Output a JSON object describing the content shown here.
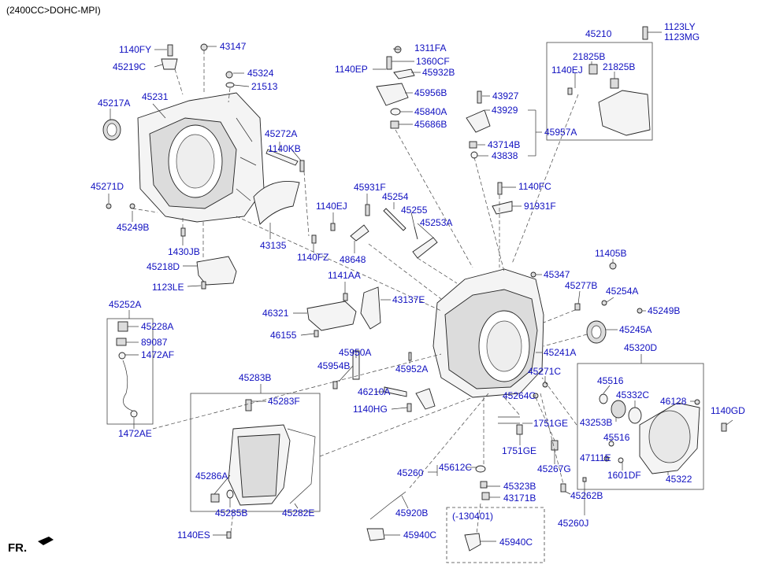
{
  "header": "(2400CC>DOHC-MPI)",
  "fr_label": "FR.",
  "labels": [
    {
      "id": "l1140FY",
      "text": "1140FY"
    },
    {
      "id": "l43147",
      "text": "43147"
    },
    {
      "id": "l45219C",
      "text": "45219C"
    },
    {
      "id": "l45324",
      "text": "45324"
    },
    {
      "id": "l21513",
      "text": "21513"
    },
    {
      "id": "l45217A",
      "text": "45217A"
    },
    {
      "id": "l45231",
      "text": "45231"
    },
    {
      "id": "l45272A",
      "text": "45272A"
    },
    {
      "id": "l1140KB",
      "text": "1140KB"
    },
    {
      "id": "l45271D",
      "text": "45271D"
    },
    {
      "id": "l45249B_a",
      "text": "45249B"
    },
    {
      "id": "l1430JB",
      "text": "1430JB"
    },
    {
      "id": "l43135",
      "text": "43135"
    },
    {
      "id": "l45218D",
      "text": "45218D"
    },
    {
      "id": "l1123LE",
      "text": "1123LE"
    },
    {
      "id": "l1311FA",
      "text": "1311FA"
    },
    {
      "id": "l1360CF",
      "text": "1360CF"
    },
    {
      "id": "l1140EP",
      "text": "1140EP"
    },
    {
      "id": "l45932B",
      "text": "45932B"
    },
    {
      "id": "l45956B",
      "text": "45956B"
    },
    {
      "id": "l45840A",
      "text": "45840A"
    },
    {
      "id": "l45686B",
      "text": "45686B"
    },
    {
      "id": "l45210",
      "text": "45210"
    },
    {
      "id": "l1123LY",
      "text": "1123LY"
    },
    {
      "id": "l1123MG",
      "text": "1123MG"
    },
    {
      "id": "l21825B_a",
      "text": "21825B"
    },
    {
      "id": "l1140EJ_a",
      "text": "1140EJ"
    },
    {
      "id": "l21825B_b",
      "text": "21825B"
    },
    {
      "id": "l43927",
      "text": "43927"
    },
    {
      "id": "l43929",
      "text": "43929"
    },
    {
      "id": "l45957A",
      "text": "45957A"
    },
    {
      "id": "l43714B",
      "text": "43714B"
    },
    {
      "id": "l43838",
      "text": "43838"
    },
    {
      "id": "l45931F",
      "text": "45931F"
    },
    {
      "id": "l45254",
      "text": "45254"
    },
    {
      "id": "l1140EJ_b",
      "text": "1140EJ"
    },
    {
      "id": "l45255",
      "text": "45255"
    },
    {
      "id": "l45253A",
      "text": "45253A"
    },
    {
      "id": "l1140FZ",
      "text": "1140FZ"
    },
    {
      "id": "l48648",
      "text": "48648"
    },
    {
      "id": "l1140FC",
      "text": "1140FC"
    },
    {
      "id": "l91931F",
      "text": "91931F"
    },
    {
      "id": "l11405B",
      "text": "11405B"
    },
    {
      "id": "l1141AA",
      "text": "1141AA"
    },
    {
      "id": "l45347",
      "text": "45347"
    },
    {
      "id": "l45277B",
      "text": "45277B"
    },
    {
      "id": "l45254A",
      "text": "45254A"
    },
    {
      "id": "l45249B_b",
      "text": "45249B"
    },
    {
      "id": "l43137E",
      "text": "43137E"
    },
    {
      "id": "l45252A",
      "text": "45252A"
    },
    {
      "id": "l46321",
      "text": "46321"
    },
    {
      "id": "l45228A",
      "text": "45228A"
    },
    {
      "id": "l46155",
      "text": "46155"
    },
    {
      "id": "l89087",
      "text": "89087"
    },
    {
      "id": "l1472AF",
      "text": "1472AF"
    },
    {
      "id": "l45950A",
      "text": "45950A"
    },
    {
      "id": "l45954B",
      "text": "45954B"
    },
    {
      "id": "l45952A",
      "text": "45952A"
    },
    {
      "id": "l45245A",
      "text": "45245A"
    },
    {
      "id": "l45241A",
      "text": "45241A"
    },
    {
      "id": "l45320D",
      "text": "45320D"
    },
    {
      "id": "l45271C",
      "text": "45271C"
    },
    {
      "id": "l45283B",
      "text": "45283B"
    },
    {
      "id": "l46210A",
      "text": "46210A"
    },
    {
      "id": "l45264C",
      "text": "45264C"
    },
    {
      "id": "l45516_a",
      "text": "45516"
    },
    {
      "id": "l45332C",
      "text": "45332C"
    },
    {
      "id": "l46128",
      "text": "46128"
    },
    {
      "id": "l45283F",
      "text": "45283F"
    },
    {
      "id": "l1140HG",
      "text": "1140HG"
    },
    {
      "id": "l43253B",
      "text": "43253B"
    },
    {
      "id": "l1140GD",
      "text": "1140GD"
    },
    {
      "id": "l1472AE",
      "text": "1472AE"
    },
    {
      "id": "l1751GE_a",
      "text": "1751GE"
    },
    {
      "id": "l45516_b",
      "text": "45516"
    },
    {
      "id": "l1751GE_b",
      "text": "1751GE"
    },
    {
      "id": "l47111E",
      "text": "47111E"
    },
    {
      "id": "l45286A",
      "text": "45286A"
    },
    {
      "id": "l45612C",
      "text": "45612C"
    },
    {
      "id": "l45260_a",
      "text": "45260"
    },
    {
      "id": "l45267G",
      "text": "45267G"
    },
    {
      "id": "l1601DF",
      "text": "1601DF"
    },
    {
      "id": "l45322",
      "text": "45322"
    },
    {
      "id": "l45323B",
      "text": "45323B"
    },
    {
      "id": "l43171B",
      "text": "43171B"
    },
    {
      "id": "l45262B",
      "text": "45262B"
    },
    {
      "id": "l45285B",
      "text": "45285B"
    },
    {
      "id": "l45282E",
      "text": "45282E"
    },
    {
      "id": "l45920B",
      "text": "45920B"
    },
    {
      "id": "l130401",
      "text": "(-130401)"
    },
    {
      "id": "l45260J",
      "text": "45260J"
    },
    {
      "id": "l1140ES",
      "text": "1140ES"
    },
    {
      "id": "l45940C_a",
      "text": "45940C"
    },
    {
      "id": "l45940C_b",
      "text": "45940C"
    }
  ]
}
